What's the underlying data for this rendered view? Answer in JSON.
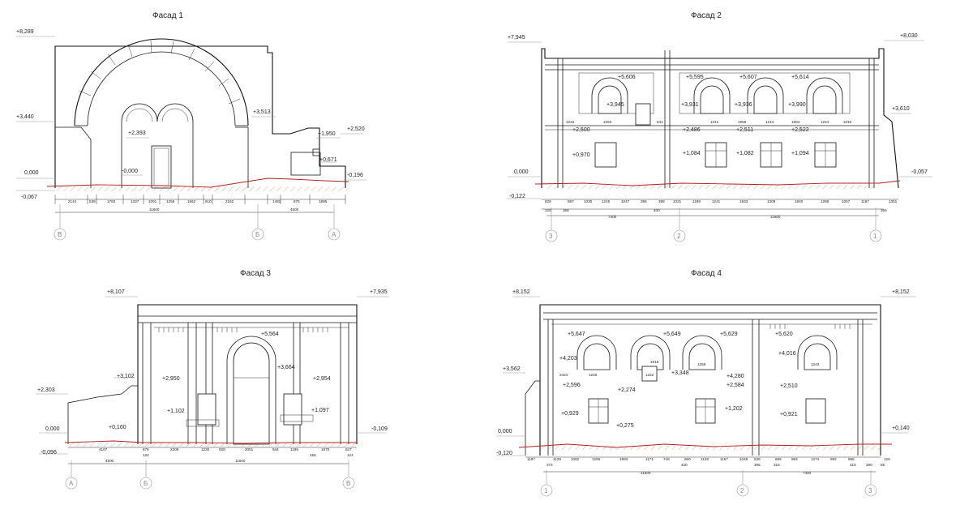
{
  "facades": [
    {
      "title": "Фасад 1",
      "levels": [
        "+8,289",
        "+3,440",
        "+3,513",
        "+2,520",
        "+1,950",
        "+2,393",
        "0,000",
        "-0,067",
        "-0,000",
        "+0,671",
        "-0,196"
      ],
      "dims": [
        "2144",
        "538",
        "1783",
        "1337",
        "1091",
        "1256",
        "1662",
        "610",
        "2162",
        "1481",
        "875",
        "1895"
      ],
      "dims2": [
        "11600",
        "4500"
      ],
      "axes": [
        "В",
        "Б",
        "А"
      ]
    },
    {
      "title": "Фасад 2",
      "levels": [
        "+7,945",
        "+8,030",
        "+5,606",
        "+5,595",
        "+5,607",
        "+5,614",
        "+3,945",
        "+3,931",
        "+3,936",
        "+3,990",
        "+3,610",
        "+2,500",
        "+2,486",
        "+2,511",
        "+2,522",
        "+0,970",
        "+1,084",
        "+1,082",
        "+1,094",
        "0,000",
        "-0,122",
        "-0,057"
      ],
      "dims": [
        "829",
        "867",
        "1030",
        "1245",
        "1047",
        "396",
        "398",
        "1031",
        "1189",
        "1241",
        "1933",
        "1308",
        "1940",
        "1288",
        "1057",
        "1167",
        "1351"
      ],
      "dims2": [
        "7400",
        "11600",
        "120",
        "358",
        "400",
        "365"
      ],
      "small": [
        "1234",
        "1253",
        "541",
        "1241",
        "1959",
        "1244",
        "1904",
        "1244",
        "1010"
      ],
      "axes": [
        "3",
        "2",
        "1"
      ]
    },
    {
      "title": "Фасад 3",
      "levels": [
        "+8,107",
        "+7,935",
        "+5,564",
        "+3,102",
        "+2,303",
        "+2,950",
        "+3,664",
        "+2,954",
        "+1,102",
        "+1,097",
        "+0,160",
        "0,000",
        "-0,096",
        "-0,109"
      ],
      "dims": [
        "4107",
        "876",
        "2308",
        "1230",
        "928",
        "2051",
        "944",
        "1195",
        "1870",
        "847"
      ],
      "dims2": [
        "4500",
        "11600",
        "122",
        "456",
        "124"
      ],
      "axes": [
        "А",
        "Б",
        "В"
      ]
    },
    {
      "title": "Фасад 4",
      "levels": [
        "+8,152",
        "+8,152",
        "+5,647",
        "+5,649",
        "+5,629",
        "+5,620",
        "+4,203",
        "+4,016",
        "+3,562",
        "+3,348",
        "+4,280",
        "+2,596",
        "+2,274",
        "+2,584",
        "+2,510",
        "+0,929",
        "+0,275",
        "+1,202",
        "+0,921",
        "0,000",
        "-0,120",
        "+0,140"
      ],
      "dims": [
        "1187",
        "1128",
        "1082",
        "1255",
        "1993",
        "1171",
        "749",
        "860",
        "1128",
        "1167",
        "1048",
        "538",
        "866",
        "963",
        "1274",
        "992",
        "898",
        "129"
      ],
      "dims2": [
        "11600",
        "7400",
        "374",
        "420",
        "385",
        "318",
        "315",
        "380",
        "55"
      ],
      "small": [
        "1228",
        "1918",
        "1222",
        "1258",
        "1243",
        "2424"
      ],
      "axes": [
        "1",
        "2",
        "3"
      ]
    }
  ]
}
